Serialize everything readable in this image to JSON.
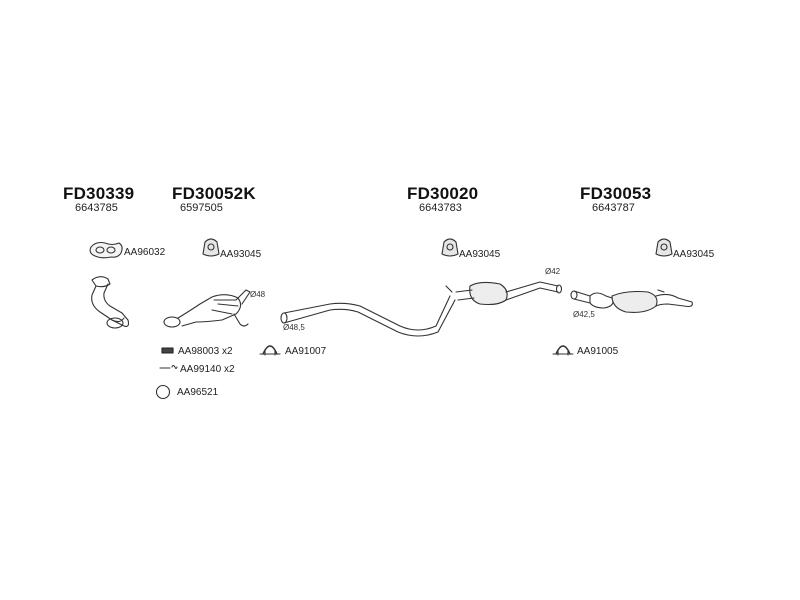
{
  "groups": [
    {
      "code": "FD30339",
      "number": "6643785"
    },
    {
      "code": "FD30052K",
      "number": "6597505"
    },
    {
      "code": "FD30020",
      "number": "6643783"
    },
    {
      "code": "FD30053",
      "number": "6643787"
    }
  ],
  "parts": {
    "gasket": "AA96032",
    "hanger1": "AA93045",
    "hanger2": "AA93045",
    "hanger3": "AA93045",
    "bolt": "AA98003",
    "bolt_qty": "x2",
    "spring": "AA99140",
    "spring_qty": "x2",
    "ring": "AA96521",
    "clamp1": "AA91007",
    "clamp2": "AA91005"
  },
  "dims": {
    "d48": "Ø48",
    "d48_5": "Ø48,5",
    "d42": "Ø42",
    "d42_5": "Ø42,5"
  }
}
